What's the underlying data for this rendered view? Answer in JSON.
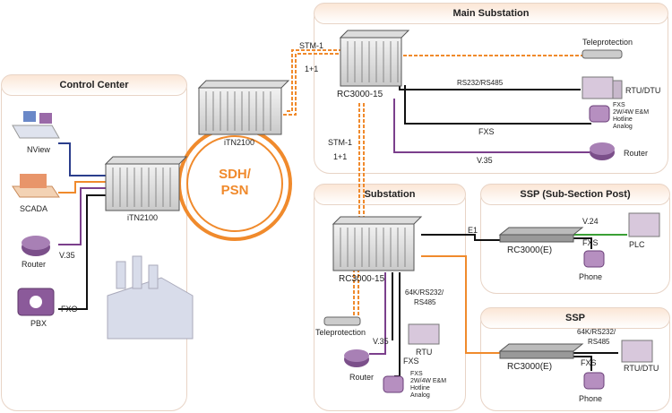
{
  "sections": {
    "control_center": "Control Center",
    "main_substation": "Main Substation",
    "substation": "Substation",
    "ssp_sub_section": "SSP (Sub-Section Post)",
    "ssp": "SSP"
  },
  "network": {
    "label_line1": "SDH/",
    "label_line2": "PSN"
  },
  "devices": {
    "itn2100_cc": "iTN2100",
    "itn2100_core": "iTN2100",
    "rc3000_15_main": "RC3000-15",
    "rc3000_15_sub": "RC3000-15",
    "rc3000e_ssp1": "RC3000(E)",
    "rc3000e_ssp2": "RC3000(E)",
    "nview": "NView",
    "scada": "SCADA",
    "router_cc": "Router",
    "pbx": "PBX",
    "teleprotection_main": "Teleprotection",
    "rtu_dtu_main": "RTU/DTU",
    "router_main": "Router",
    "teleprotection_sub": "Teleprotection",
    "rtu_sub": "RTU",
    "router_sub": "Router",
    "plc": "PLC",
    "phone_ssp1": "Phone",
    "phone_ssp2": "Phone",
    "rtu_dtu_ssp2": "RTU/DTU"
  },
  "links": {
    "stm1_a": "STM-1",
    "plus1_a": "1+1",
    "stm1_b": "STM-1",
    "plus1_b": "1+1",
    "rs232_main": "RS232/RS485",
    "fxs_main": "FXS",
    "v35_main": "V.35",
    "v35_cc": "V.35",
    "fxo_cc": "FXO",
    "e1": "E1",
    "v24": "V.24",
    "fxs_ssp1": "FXS",
    "k64_sub_1": "64K/RS232/",
    "k64_sub_2": "RS485",
    "v35_sub": "V.35",
    "fxs_sub": "FXS",
    "k64_ssp2_1": "64K/RS232/",
    "k64_ssp2_2": "RS485",
    "fxs_ssp2": "FXS"
  },
  "fxs_notes": {
    "main": [
      "FXS",
      "2W/4W E&M",
      "Hotline",
      "Analog"
    ],
    "sub": [
      "FXS",
      "2W/4W E&M",
      "Hotline",
      "Analog"
    ]
  },
  "colors": {
    "orange": "#f08a2c",
    "purple": "#7b3f8c",
    "green": "#3aa035",
    "black": "#111111",
    "blue": "#2b3e8c"
  }
}
